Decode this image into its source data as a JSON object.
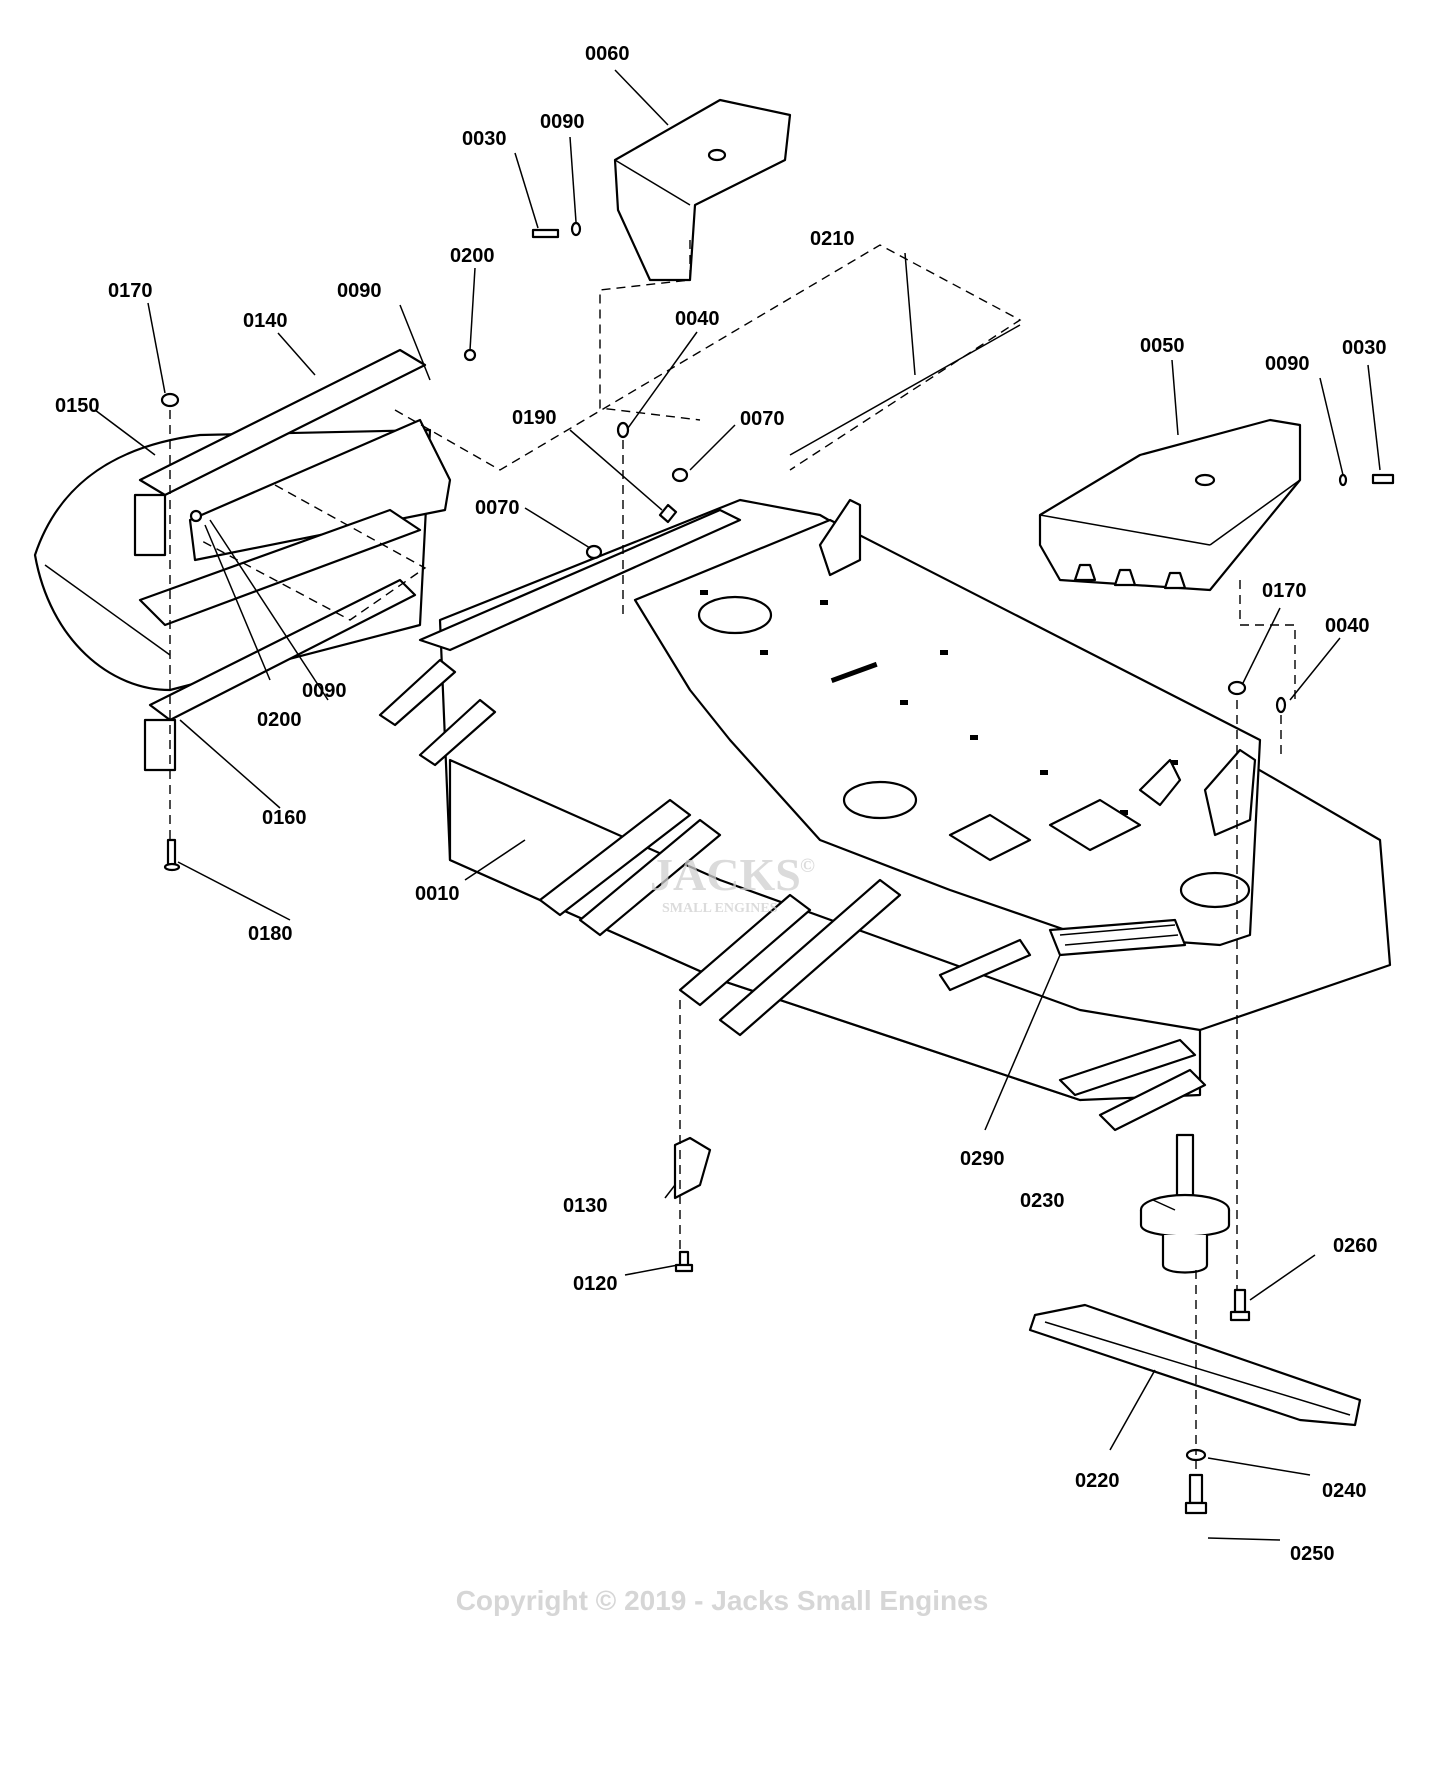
{
  "diagram": {
    "callouts": {
      "c0010": "0010",
      "c0030a": "0030",
      "c0030b": "0030",
      "c0040a": "0040",
      "c0040b": "0040",
      "c0050": "0050",
      "c0060": "0060",
      "c0070a": "0070",
      "c0070b": "0070",
      "c0090a": "0090",
      "c0090b": "0090",
      "c0090c": "0090",
      "c0090d": "0090",
      "c0120": "0120",
      "c0130": "0130",
      "c0140": "0140",
      "c0150": "0150",
      "c0160": "0160",
      "c0170a": "0170",
      "c0170b": "0170",
      "c0180": "0180",
      "c0190": "0190",
      "c0200a": "0200",
      "c0200b": "0200",
      "c0210": "0210",
      "c0220": "0220",
      "c0230": "0230",
      "c0240": "0240",
      "c0250": "0250",
      "c0260": "0260",
      "c0290": "0290"
    },
    "watermark": {
      "logo": "JACKS",
      "sub": "SMALL ENGINES",
      "mark": "©"
    },
    "copyright": "Copyright © 2019 - Jacks Small Engines"
  }
}
